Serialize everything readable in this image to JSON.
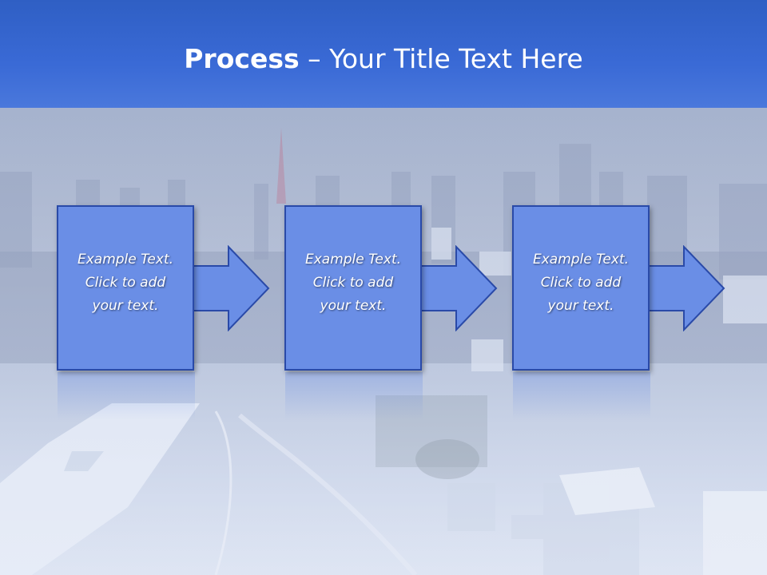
{
  "slide": {
    "title_bold": "Process",
    "title_rest": " – Your Title Text Here"
  },
  "steps": [
    {
      "line1": "Example Text.",
      "line2": "Click  to add",
      "line3": "your text."
    },
    {
      "line1": "Example Text.",
      "line2": "Click  to add",
      "line3": "your text."
    },
    {
      "line1": "Example Text.",
      "line2": "Click  to add",
      "line3": "your text."
    }
  ],
  "colors": {
    "header": "#3a6ad6",
    "box_fill": "#6a8ee6",
    "box_border": "#2a4aa8",
    "text": "#ffffff"
  }
}
